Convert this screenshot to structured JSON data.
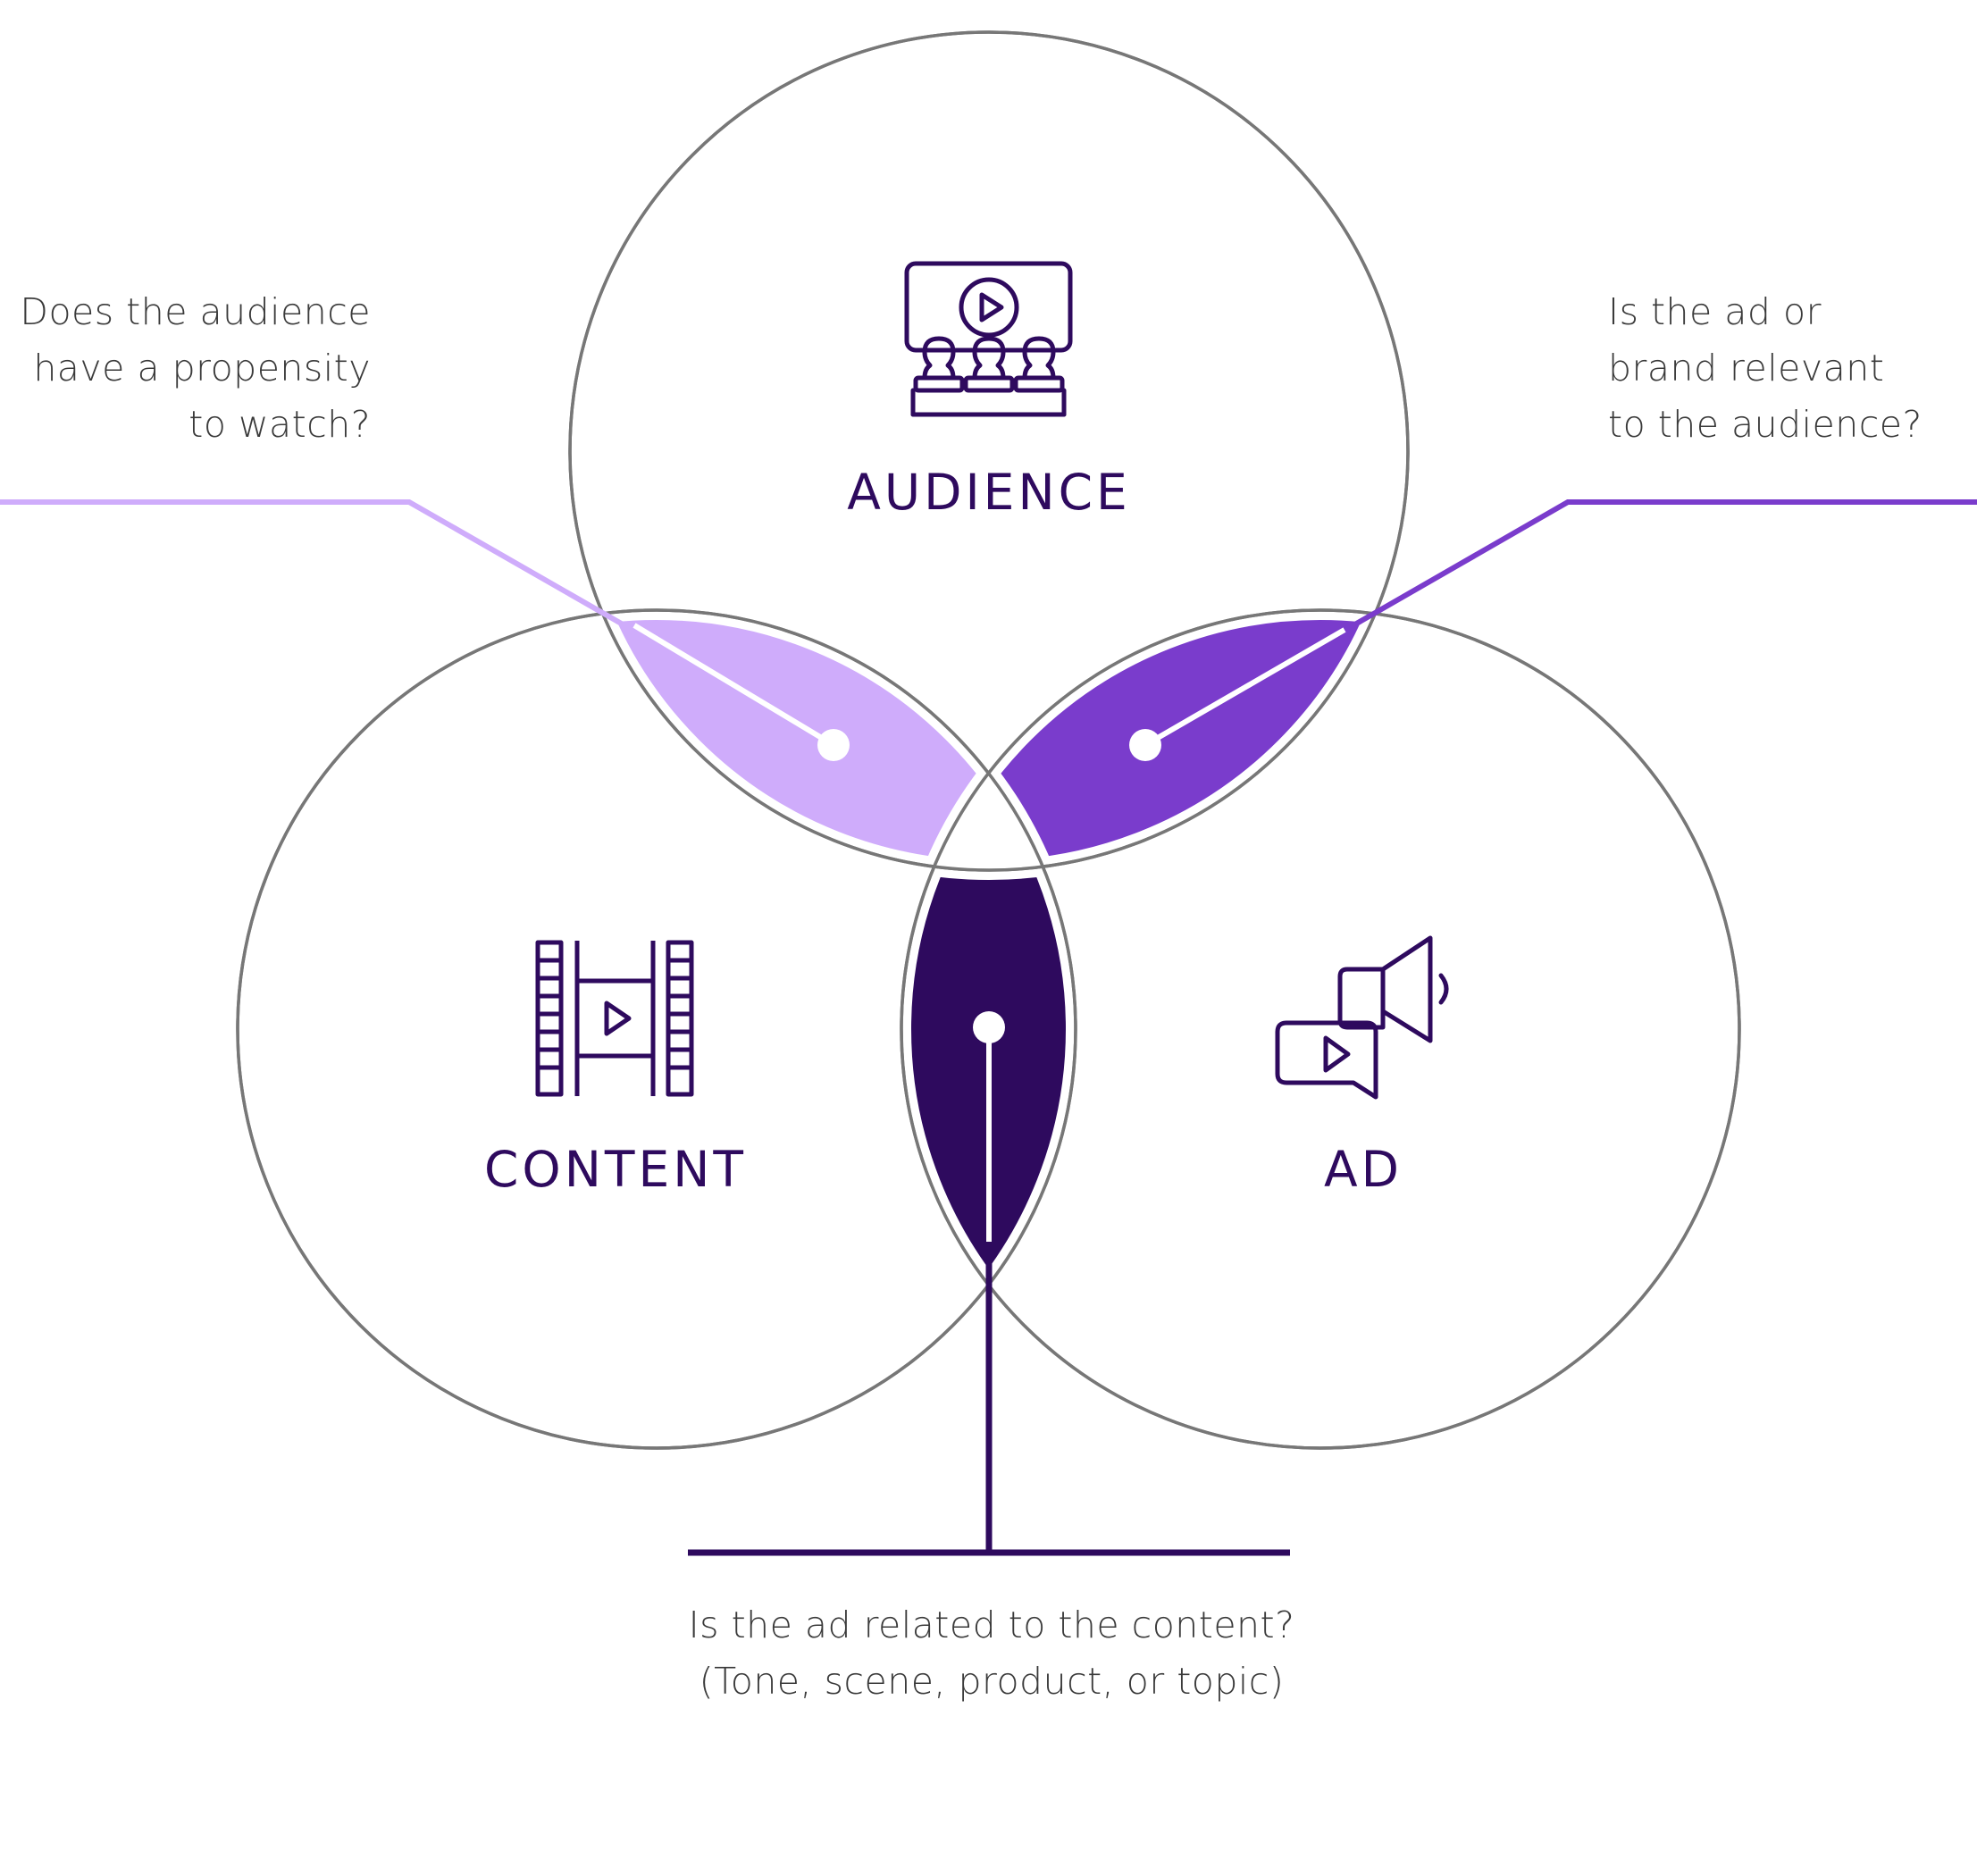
{
  "sets": {
    "audience": {
      "label": "AUDIENCE",
      "icon": "audience-screen-icon"
    },
    "content": {
      "label": "CONTENT",
      "icon": "film-strip-icon"
    },
    "ad": {
      "label": "AD",
      "icon": "megaphone-video-icon"
    }
  },
  "questions": {
    "audience_content": [
      "Does the audience",
      "have a propensity",
      "to watch?"
    ],
    "audience_ad": [
      "Is the ad or",
      "brand relevant",
      "to the audience?"
    ],
    "content_ad": [
      "Is the ad related to the content?",
      "(Tone, scene, product, or topic)"
    ]
  },
  "colors": {
    "audience_content": "#cfacfb",
    "audience_ad": "#7a3ccc",
    "content_ad": "#2e0a5e",
    "circle_stroke": "#777777",
    "text": "#3a3a3a",
    "accent": "#2e0a5e"
  }
}
